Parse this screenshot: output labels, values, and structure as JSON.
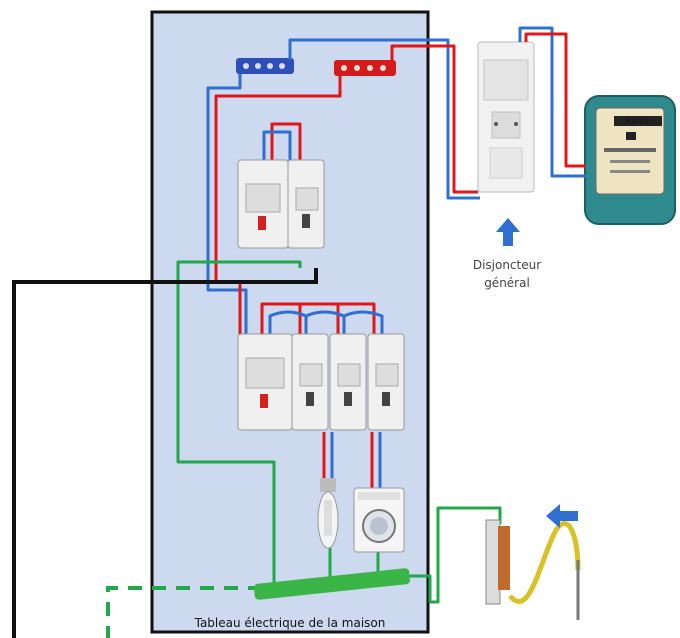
{
  "labels": {
    "breaker_line1": "Disjoncteur",
    "breaker_line2": "général",
    "panel_title": "Tableau électrique de la maison"
  },
  "meter": {
    "digits": "01234"
  },
  "colors": {
    "panel_bg": "#cdd9ee",
    "frame": "#111111",
    "live": "#e0161b",
    "neutral": "#2e6fd0",
    "earth": "#21a84a",
    "meter_body": "#2f8a8e"
  },
  "icons": [
    "arrow-up-icon",
    "arrow-left-icon",
    "washing-machine-icon",
    "lightbulb-icon",
    "electric-meter-icon"
  ]
}
